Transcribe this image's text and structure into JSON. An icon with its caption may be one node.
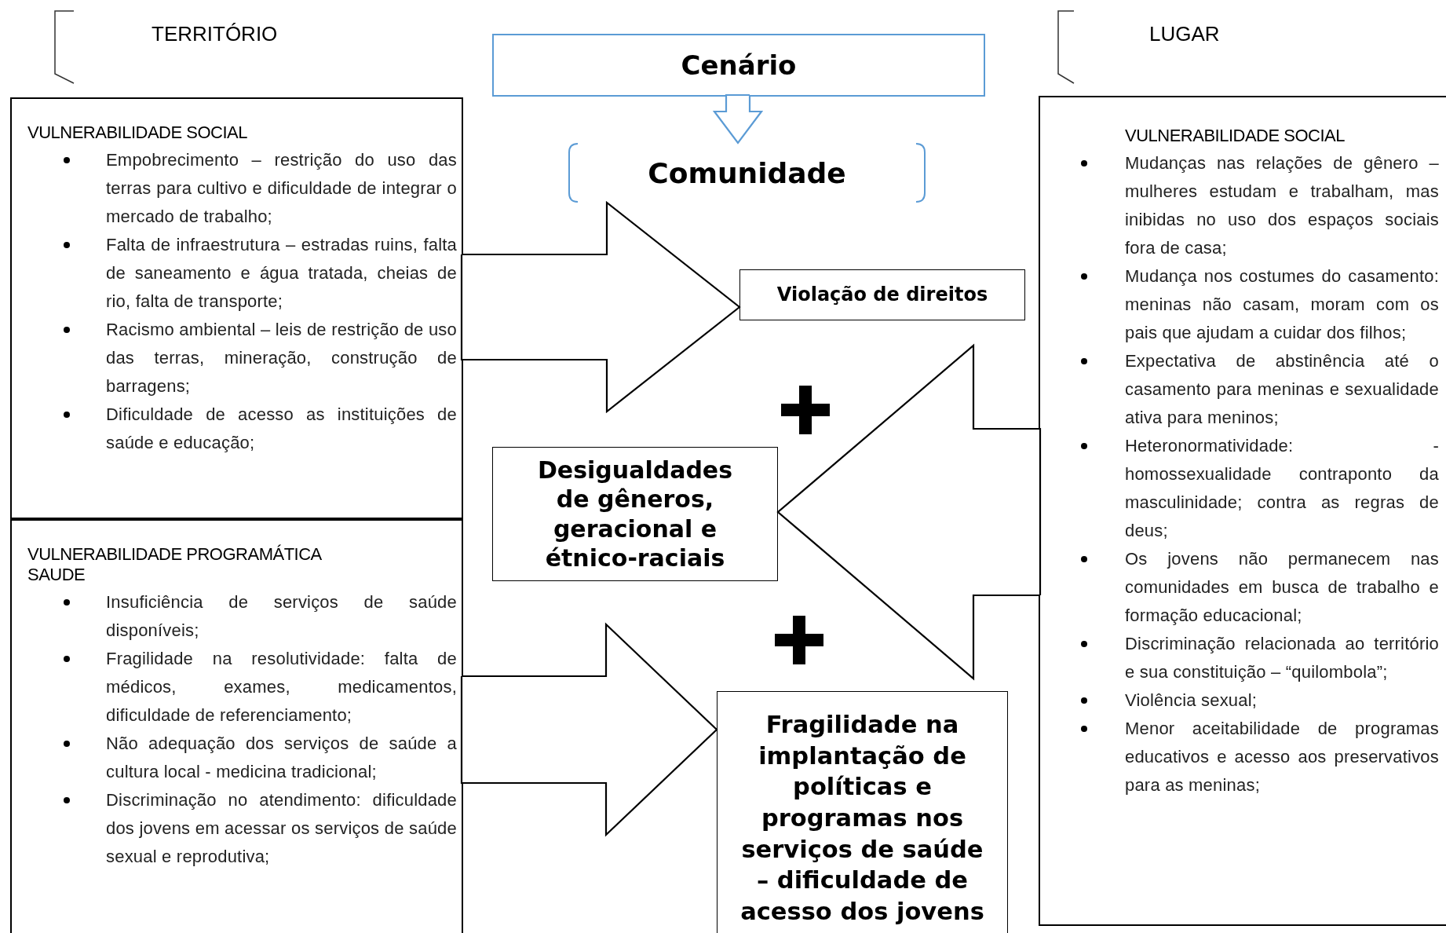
{
  "diagram": {
    "nodes": [
      {
        "text": [
          "Cenário"
        ]
      },
      {
        "text": [
          "Comunidade"
        ]
      },
      {
        "text": [
          "VULNERABILIDADE SOCIAL",
          "Empobrecimento – restrição do uso das terras para cultivo e dificuldade de integrar o mercado de trabalho;",
          "Falta de infraestrutura – estradas ruins, falta de saneamento e água tratada, cheias de rio, falta de transporte;",
          "Racismo ambiental – leis de restrição de uso das terras, mineração, construção de barragens;",
          "Dificuldade de acesso as instituições de saúde e educação;"
        ]
      },
      {
        "text": [
          "VULNERABILIDADE PROGRAMÁTICA SAUDE",
          "Insuficiência de serviços de saúde disponíveis;",
          "Fragilidade na resolutividade: falta de médicos, exames, medicamentos, dificuldade de referenciamento;",
          "Não adequação dos serviços de saúde a cultura local - medicina tradicional;",
          "Discriminação no atendimento: dificuldade dos jovens em acessar os serviços de saúde sexual e reprodutiva;"
        ]
      },
      {
        "text": [
          "VULNERABILIDADE SOCIAL",
          "Mudanças nas relações de gênero – mulheres estudam e trabalham, mas inibidas no uso dos espaços sociais fora de casa;",
          "Mudança nos costumes do casamento: meninas não casam, moram com os pais que ajudam a cuidar dos filhos;",
          "Expectativa de abstinência até o casamento para meninas e sexualidade ativa para meninos;",
          "Heteronormatividade: - homossexualidade contraponto da masculinidade; contra as regras de deus;",
          "Os jovens não permanecem nas comunidades em busca de trabalho e formação educacional;",
          "Discriminação relacionada ao território e sua constituição – “quilombola”;",
          "Violência sexual;",
          "Menor aceitabilidade de programas educativos e acesso aos preservativos para as meninas;"
        ]
      },
      {
        "text": [
          "Violação de direitos"
        ]
      },
      {
        "text": [
          "Desigualdades de gêneros, geracional e étnico-raciais"
        ]
      },
      {
        "text": [
          "Fragilidade na implantação de políticas e programas nos serviços de saúde – dificuldade de acesso dos jovens"
        ]
      }
    ],
    "edges": [
      {
        "from": 0,
        "to": 1,
        "arrow": "to",
        "style": "thick",
        "color": "#5b9bd5"
      },
      {
        "from": 2,
        "to": 5,
        "arrow": "to",
        "style": "thick"
      },
      {
        "from": 3,
        "to": 7,
        "arrow": "to",
        "style": "thick"
      },
      {
        "from": 4,
        "to": 6,
        "arrow": "to",
        "style": "thick"
      }
    ],
    "labels": [
      "TERRITÓRIO",
      "LUGAR"
    ]
  }
}
